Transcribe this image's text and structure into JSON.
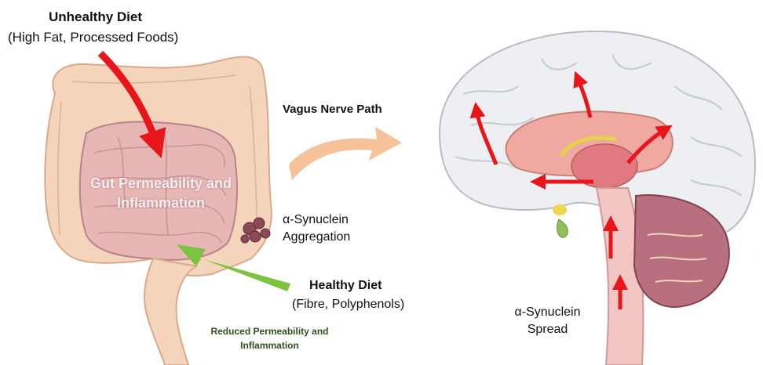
{
  "labels": {
    "unhealthy_title": "Unhealthy Diet",
    "unhealthy_sub": "(High Fat, Processed Foods)",
    "vagus": "Vagus Nerve Path",
    "gut": "Gut Permeability and Inflammation",
    "asyn_aggregation": "α-Synuclein Aggregation",
    "healthy_title": "Healthy Diet",
    "healthy_sub": "(Fibre, Polyphenols)",
    "reduced": "Reduced Permeability and Inflammation",
    "asyn_spread": "α-Synuclein Spread"
  },
  "colors": {
    "red_arrow": "#e8151b",
    "green_arrow": "#7dc242",
    "vagus_arrow": "#f5c29a",
    "intestine": "#e8b8b4",
    "colon": "#f4d5bc",
    "brain": "#eeeff2",
    "cerebellum": "#b9707e"
  }
}
